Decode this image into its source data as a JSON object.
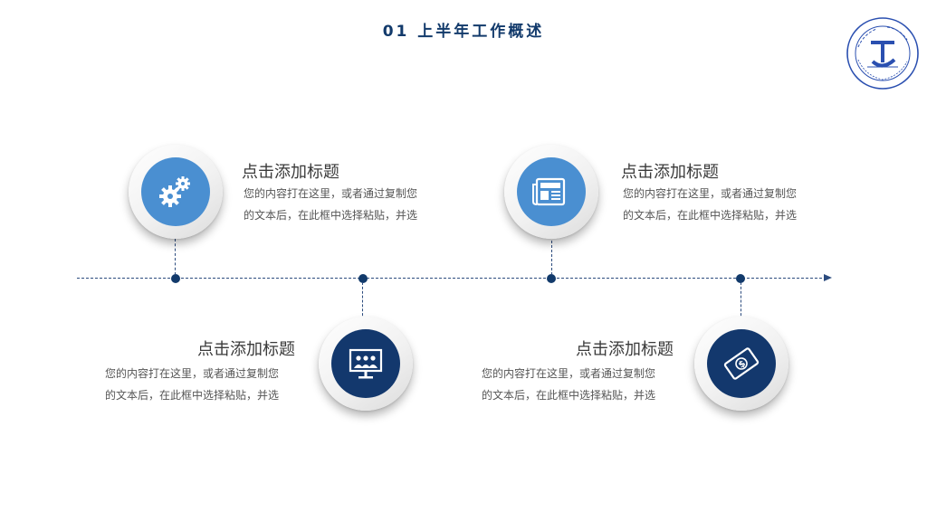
{
  "title": "01 上半年工作概述",
  "colors": {
    "dark_blue": "#13386d",
    "light_blue": "#4a8fd1",
    "line": "#2b4b7e"
  },
  "items": [
    {
      "icon": "gears-icon",
      "heading": "点击添加标题",
      "line1": "您的内容打在这里，或者通过复制您",
      "line2": "的文本后，在此框中选择粘贴，并选"
    },
    {
      "icon": "presentation-screen-icon",
      "heading": "点击添加标题",
      "line1": "您的内容打在这里，或者通过复制您",
      "line2": "的文本后，在此框中选择粘贴，并选"
    },
    {
      "icon": "newspaper-icon",
      "heading": "点击添加标题",
      "line1": "您的内容打在这里，或者通过复制您",
      "line2": "的文本后，在此框中选择粘贴，并选"
    },
    {
      "icon": "money-bill-icon",
      "heading": "点击添加标题",
      "line1": "您的内容打在这里，或者通过复制您",
      "line2": "的文本后，在此框中选择粘贴，并选"
    }
  ]
}
